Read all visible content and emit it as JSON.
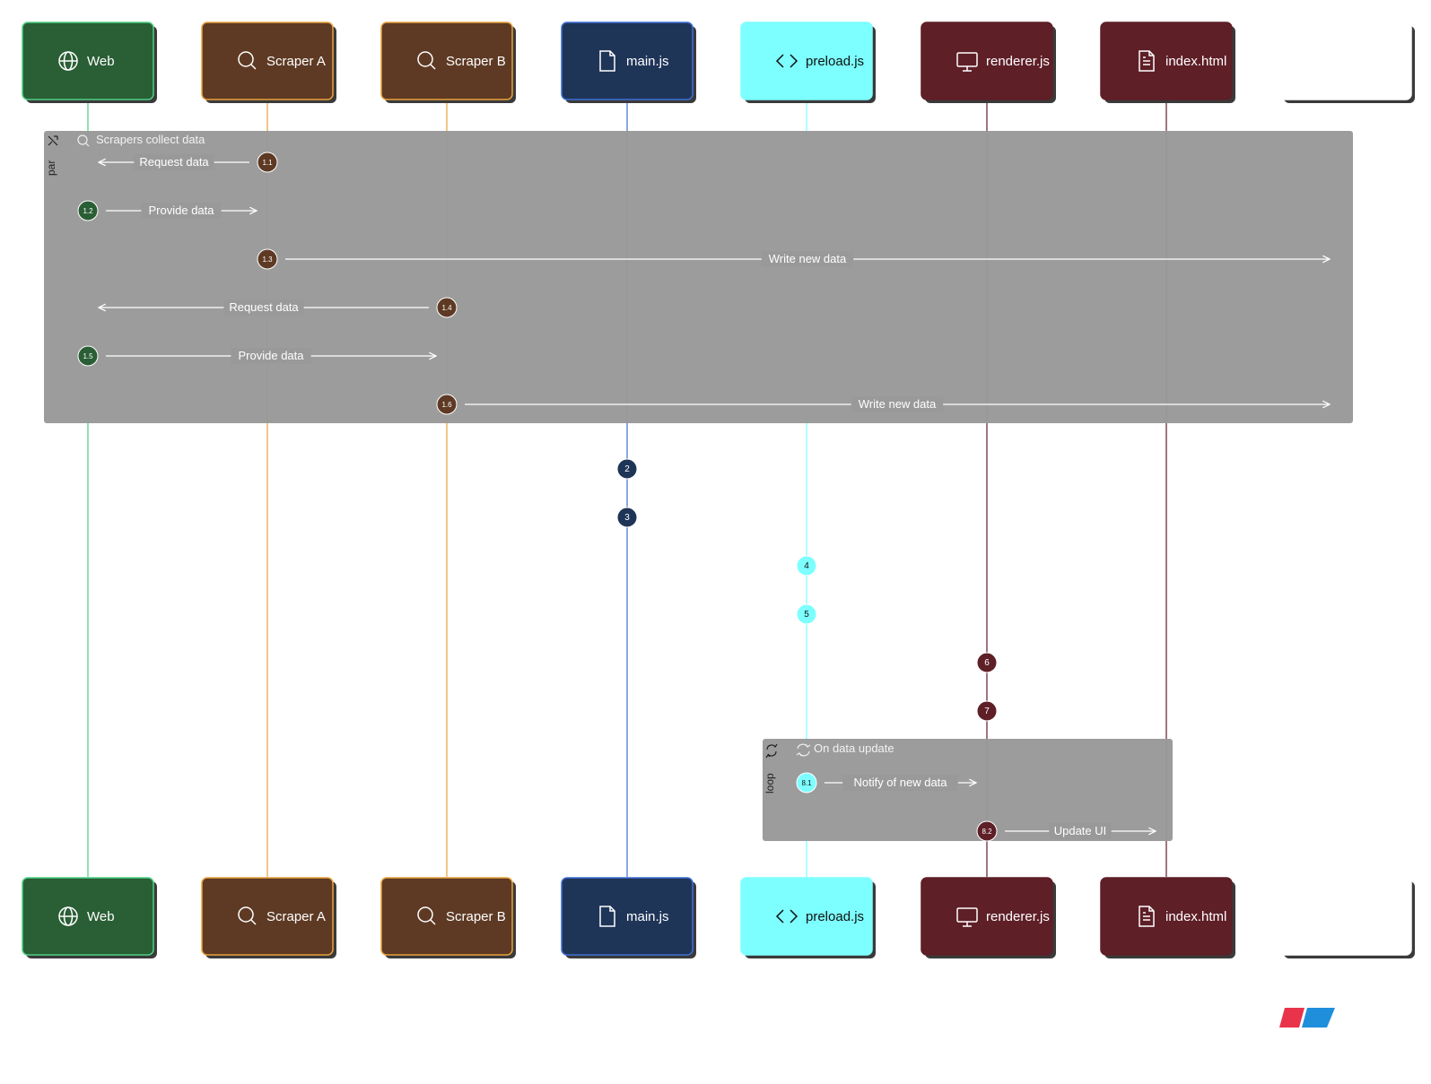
{
  "colors": {
    "web": "#2a5e35",
    "web_border": "#4cd083",
    "scraper": "#5e3a24",
    "scraper_border": "#e8a13a",
    "main": "#1f3558",
    "main_border": "#3d6fd6",
    "preload": "#7dffff",
    "preload_text": "#111111",
    "renderer": "#5e1f27",
    "frame_bg": "#999999",
    "arrow": "#ffffff",
    "shadow": "#3a3a3a"
  },
  "actors": [
    {
      "id": "web",
      "label": "Web",
      "icon": "globe-icon"
    },
    {
      "id": "scraperA",
      "label": "Scraper A",
      "icon": "search-icon"
    },
    {
      "id": "scraperB",
      "label": "Scraper B",
      "icon": "search-icon"
    },
    {
      "id": "main",
      "label": "main.js",
      "icon": "file-icon"
    },
    {
      "id": "preload",
      "label": "preload.js",
      "icon": "code-icon"
    },
    {
      "id": "renderer",
      "label": "renderer.js",
      "icon": "monitor-icon"
    },
    {
      "id": "index",
      "label": "index.html",
      "icon": "file-text-icon"
    },
    {
      "id": "extra",
      "label": "",
      "icon": ""
    }
  ],
  "frames": [
    {
      "type": "par",
      "title": "Scrapers collect data",
      "icon": "search-icon"
    },
    {
      "type": "loop",
      "title": "On data update",
      "icon": "refresh-icon"
    }
  ],
  "messages": [
    {
      "step": "1.1",
      "from": "scraperA",
      "to": "web",
      "label": "Request data"
    },
    {
      "step": "1.2",
      "from": "web",
      "to": "scraperA",
      "label": "Provide data"
    },
    {
      "step": "1.3",
      "from": "scraperA",
      "to": "extra",
      "label": "Write new data"
    },
    {
      "step": "1.4",
      "from": "scraperB",
      "to": "web",
      "label": "Request data"
    },
    {
      "step": "1.5",
      "from": "web",
      "to": "scraperB",
      "label": "Provide data"
    },
    {
      "step": "1.6",
      "from": "scraperB",
      "to": "extra",
      "label": "Write new data"
    },
    {
      "step": "2",
      "from": "main",
      "to": "main",
      "label": ""
    },
    {
      "step": "3",
      "from": "main",
      "to": "main",
      "label": ""
    },
    {
      "step": "4",
      "from": "preload",
      "to": "preload",
      "label": ""
    },
    {
      "step": "5",
      "from": "preload",
      "to": "preload",
      "label": ""
    },
    {
      "step": "6",
      "from": "renderer",
      "to": "renderer",
      "label": ""
    },
    {
      "step": "7",
      "from": "renderer",
      "to": "renderer",
      "label": ""
    },
    {
      "step": "8.1",
      "from": "preload",
      "to": "renderer",
      "label": "Notify of new data"
    },
    {
      "step": "8.2",
      "from": "renderer",
      "to": "index",
      "label": "Update UI"
    }
  ]
}
